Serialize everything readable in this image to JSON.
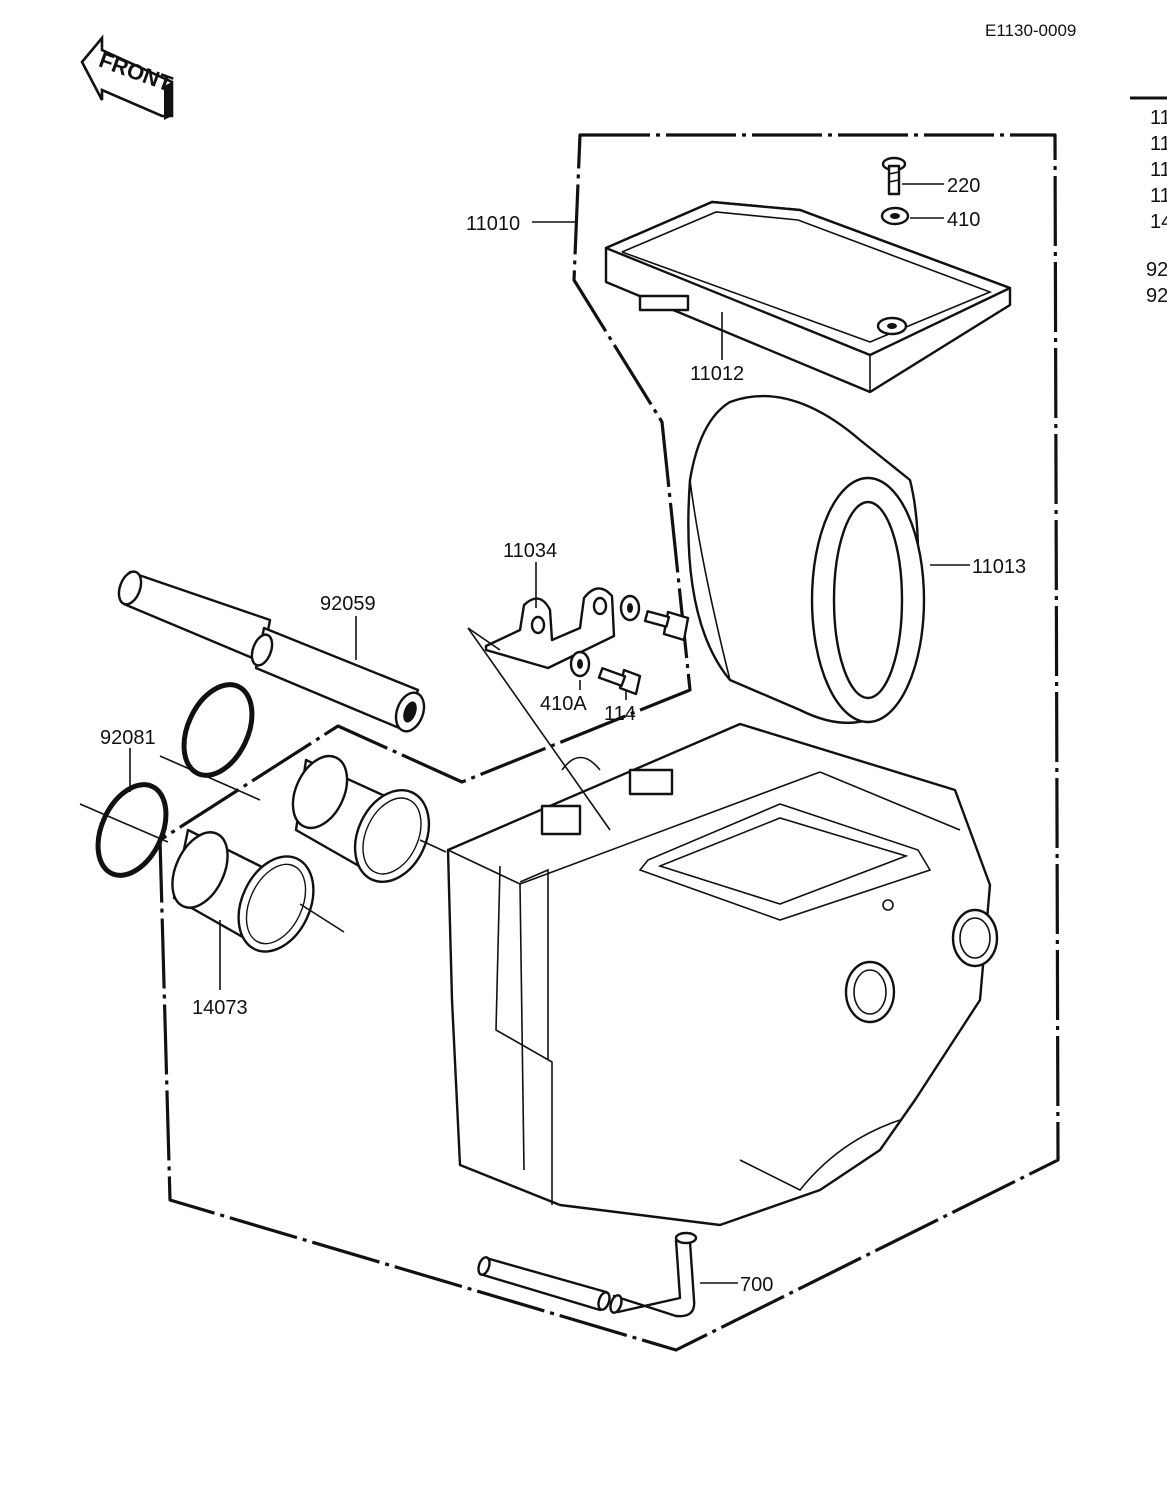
{
  "diagram_code": "E1130-0009",
  "front_badge": "FRONT",
  "callouts": {
    "p11010": "11010",
    "p220": "220",
    "p410": "410",
    "p11012": "11012",
    "p11013": "11013",
    "p11034": "11034",
    "p92059": "92059",
    "p410a": "410A",
    "p114": "114",
    "p92081": "92081",
    "p14073": "14073",
    "p700": "700"
  },
  "side_list": [
    "11",
    "11",
    "11",
    "11",
    "14",
    "92",
    "92"
  ]
}
